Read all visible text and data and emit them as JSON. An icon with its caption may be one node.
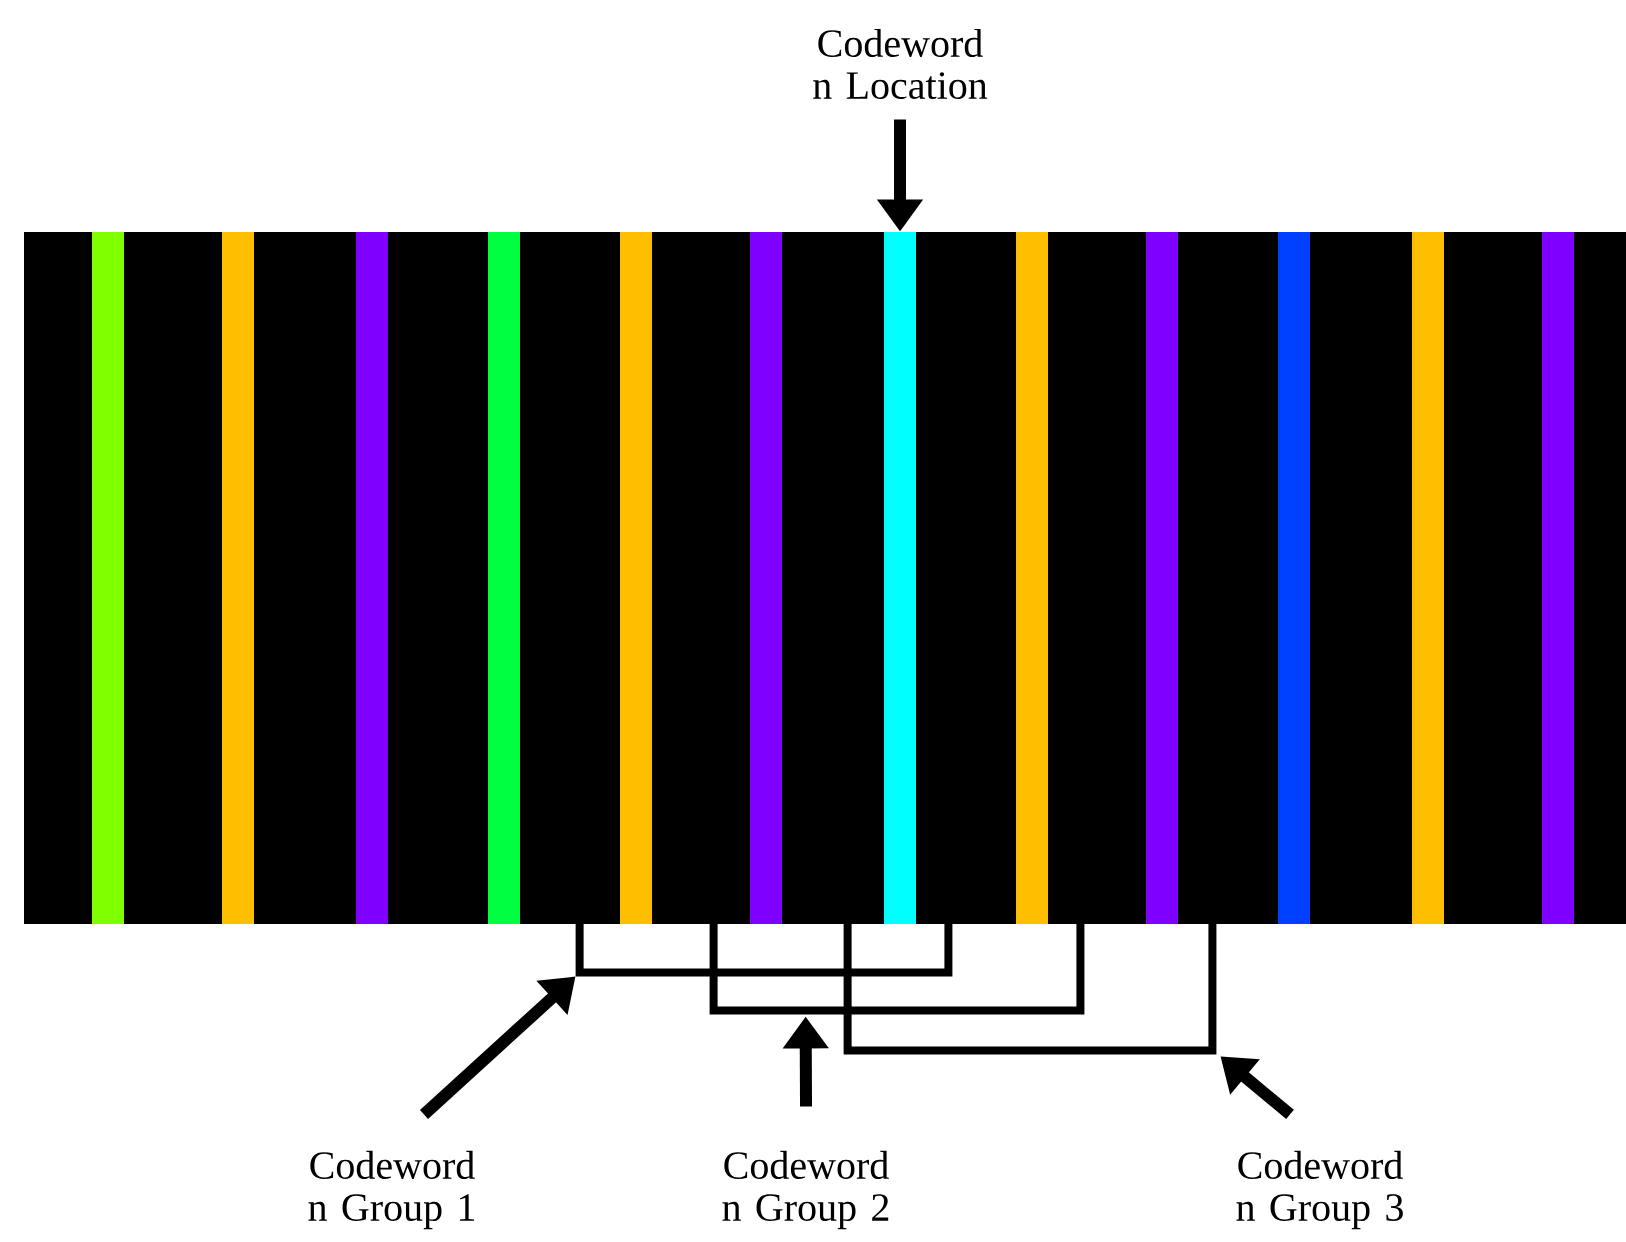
{
  "diagram": {
    "nodes": [
      {
        "text": [
          "Codeword n Location"
        ]
      },
      {
        "text": [],
        "shape": "bar"
      },
      {
        "text": [],
        "shape": "bracket"
      },
      {
        "text": [],
        "shape": "bracket"
      },
      {
        "text": [],
        "shape": "bracket"
      },
      {
        "text": [
          "Codeword n Group 1"
        ]
      },
      {
        "text": [
          "Codeword n Group 2"
        ]
      },
      {
        "text": [
          "Codeword n Group 3"
        ]
      }
    ],
    "edges": [
      {
        "from": 0,
        "to": 1,
        "arrow": "to"
      },
      {
        "from": 5,
        "to": 2,
        "arrow": "to"
      },
      {
        "from": 6,
        "to": 3,
        "arrow": "to"
      },
      {
        "from": 7,
        "to": 4,
        "arrow": "to"
      }
    ]
  }
}
